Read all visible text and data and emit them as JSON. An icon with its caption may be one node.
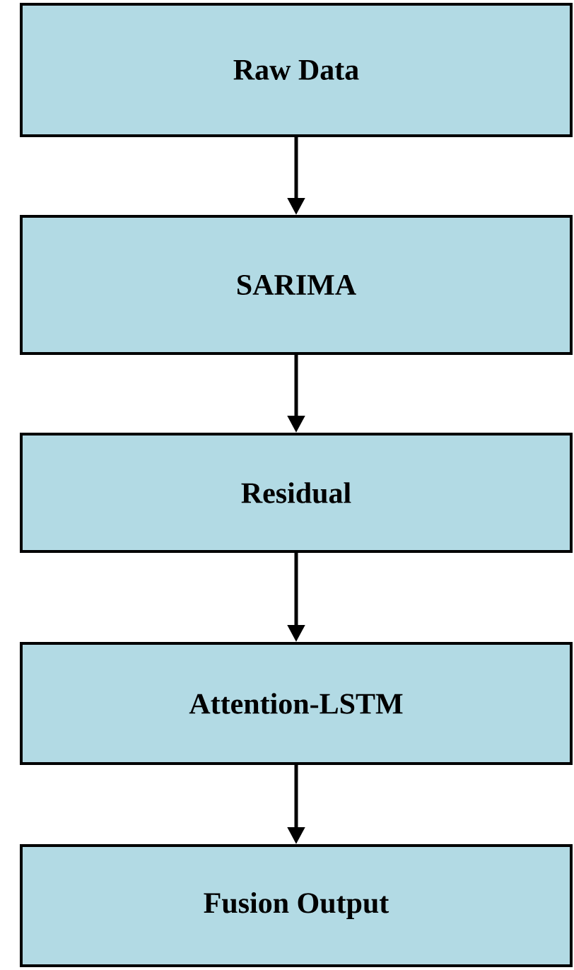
{
  "diagram": {
    "nodes": [
      {
        "text": [
          "Raw Data"
        ]
      },
      {
        "text": [
          "SARIMA"
        ]
      },
      {
        "text": [
          "Residual"
        ]
      },
      {
        "text": [
          "Attention-LSTM"
        ]
      },
      {
        "text": [
          "Fusion Output"
        ]
      }
    ],
    "edges": [
      {
        "from": 0,
        "to": 1,
        "arrow": "to"
      },
      {
        "from": 1,
        "to": 2,
        "arrow": "to"
      },
      {
        "from": 2,
        "to": 3,
        "arrow": "to"
      },
      {
        "from": 3,
        "to": 4,
        "arrow": "to"
      }
    ]
  }
}
